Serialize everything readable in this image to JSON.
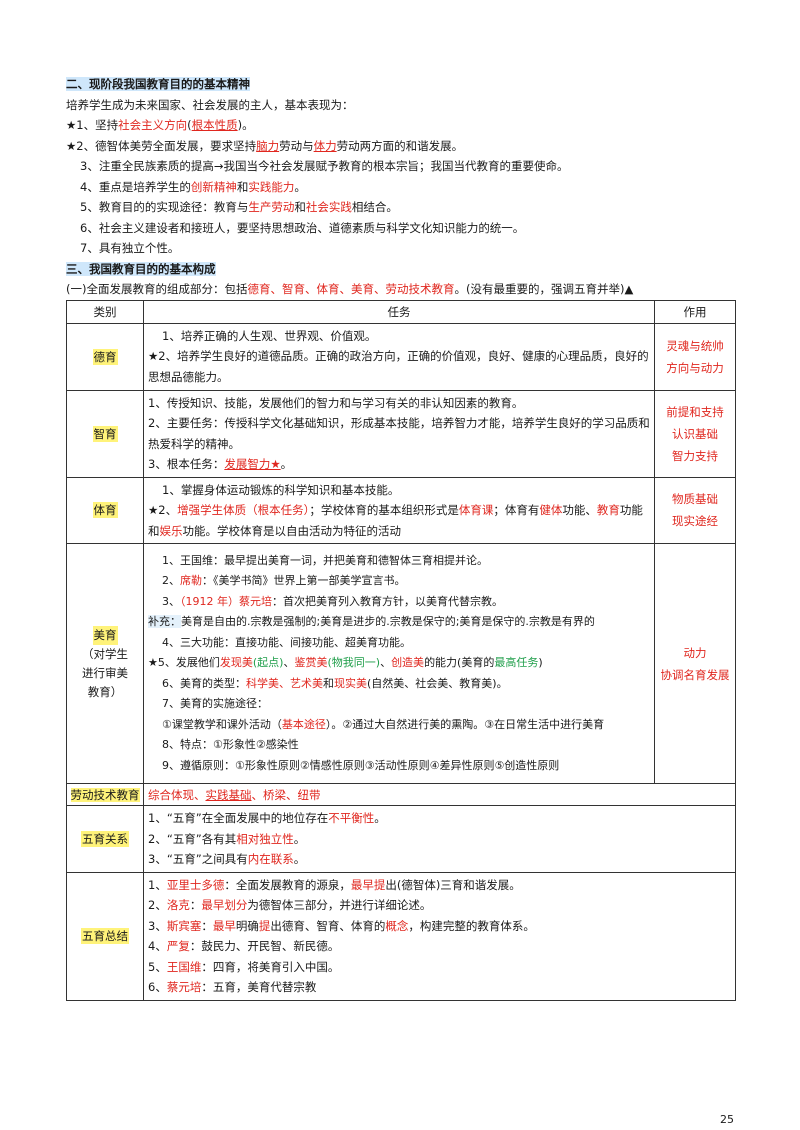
{
  "section2": {
    "heading": "二、现阶段我国教育目的的基本精神",
    "intro": "培养学生成为未来国家、社会发展的主人，基本表现为：",
    "p1": {
      "a": "★1、坚持",
      "b": "社会主义方向",
      "c": "(",
      "d": "根本性质",
      "e": ")。"
    },
    "p2": {
      "a": "★2、德智体美劳全面发展，要求坚持",
      "b": "脑力",
      "c": "劳动与",
      "d": "体力",
      "e": "劳动两方面的和谐发展。"
    },
    "p3": "3、注重全民族素质的提高→我国当今社会发展赋予教育的根本宗旨；我国当代教育的重要使命。",
    "p4": {
      "a": "4、重点是培养学生的",
      "b": "创新精神",
      "c": "和",
      "d": "实践能力",
      "e": "。"
    },
    "p5": {
      "a": "5、教育目的的实现途径：教育与",
      "b": "生产劳动",
      "c": "和",
      "d": "社会实践",
      "e": "相结合。"
    },
    "p6": "6、社会主义建设者和接班人，要坚持思想政治、道德素质与科学文化知识能力的统一。",
    "p7": "7、具有独立个性。"
  },
  "section3": {
    "heading": "三、我国教育目的的基本构成",
    "sub": {
      "a": "(一)全面发展教育的组成部分：包括",
      "b": "德育、智育、体育、美育、劳动技术教育",
      "c": "。(没有最重要的，强调五育并举)▲"
    }
  },
  "table": {
    "headers": {
      "type": "类别",
      "task": "任务",
      "role": "作用"
    },
    "deyu": {
      "label": "德育",
      "l1": "1、培养正确的人生观、世界观、价值观。",
      "l2": "★2、培养学生良好的道德品质。正确的政治方向，正确的价值观，良好、健康的心理品质，良好的思想品德能力。",
      "role1": "灵魂与统帅",
      "role2": "方向与动力"
    },
    "zhiyu": {
      "label": "智育",
      "l1": "1、传授知识、技能，发展他们的智力和与学习有关的非认知因素的教育。",
      "l2": "2、主要任务：传授科学文化基础知识，形成基本技能，培养智力才能，培养学生良好的学习品质和热爱科学的精神。",
      "l3a": "3、根本任务：",
      "l3b": "发展智力★",
      "l3c": "。",
      "role1": "前提和支持",
      "role2": "认识基础",
      "role3": "智力支持"
    },
    "tiyu": {
      "label": "体育",
      "l1": "1、掌握身体运动锻炼的科学知识和基本技能。",
      "l2a": "★2、",
      "l2b": "增强学生体质（根本任务）",
      "l2c": "；学校体育的基本组织形式是",
      "l2d": "体育课",
      "l2e": "；体育有",
      "l2f": "健体",
      "l2g": "功能、",
      "l2h": "教育",
      "l2i": "功能和",
      "l2j": "娱乐",
      "l2k": "功能。学校体育是以自由活动为特征的活动",
      "role1": "物质基础",
      "role2": "现实途经"
    },
    "meiyu": {
      "label": "美育",
      "label2": "（对学生",
      "label3": "进行审美",
      "label4": "教育）",
      "l1": "1、王国维：最早提出美育一词，并把美育和德智体三育相提并论。",
      "l2a": "2、",
      "l2b": "席勒",
      "l2c": "：《美学书简》世界上第一部美学宣言书。",
      "l3a": "3、",
      "l3b": "（1912 年）蔡元培",
      "l3c": "：首次把美育列入教育方针，以美育代替宗教。",
      "supp_label": "补充：",
      "supp": "美育是自由的.宗教是强制的;美育是进步的.宗教是保守的;美育是保守的.宗教是有界的",
      "l4": "4、三大功能：直接功能、间接功能、超美育功能。",
      "l5a": "★5、发展他们",
      "l5b": "发现美",
      "l5c": "(起点)",
      "l5d": "、",
      "l5e": "鉴赏美",
      "l5f": "(物我同一)",
      "l5g": "、",
      "l5h": "创造美",
      "l5i": "的能力(美育的",
      "l5j": "最高任务",
      "l5k": ")",
      "l6a": "6、美育的类型：",
      "l6b": "科学美、艺术美",
      "l6c": "和",
      "l6d": "现实美",
      "l6e": "(自然美、社会美、教育美)。",
      "l7": "7、美育的实施途径：",
      "l7sa": "①课堂教学和课外活动（",
      "l7sb": "基本途径",
      "l7sc": "）。②通过大自然进行美的熏陶。③在日常生活中进行美育",
      "l8": "8、特点：①形象性②感染性",
      "l9": "9、遵循原则：①形象性原则②情感性原则③活动性原则④差异性原则⑤创造性原则",
      "role1": "动力",
      "role2": "协调名育发展"
    },
    "laodong": {
      "label": "劳动技术教育",
      "a": "综合体现、",
      "b": "实践基础",
      "c": "、桥梁、纽带"
    },
    "relation": {
      "label": "五育关系",
      "l1a": "1、“五育”在全面发展中的地位存在",
      "l1b": "不平衡性",
      "l1c": "。",
      "l2a": "2、“五育”各有其",
      "l2b": "相对独立性",
      "l2c": "。",
      "l3a": "3、“五育”之间具有",
      "l3b": "内在联系",
      "l3c": "。"
    },
    "summary": {
      "label": "五育总结",
      "l1a": "1、",
      "l1b": "亚里士多德",
      "l1c": "：全面发展教育的源泉，",
      "l1d": "最早提",
      "l1e": "出(德智体)三育和谐发展。",
      "l2a": "2、",
      "l2b": "洛克",
      "l2c": "：",
      "l2d": "最早划分",
      "l2e": "为德智体三部分，并进行详细论述。",
      "l3a": "3、",
      "l3b": "斯宾塞",
      "l3c": "：",
      "l3d": "最早",
      "l3e": "明确",
      "l3f": "提",
      "l3g": "出德育、智育、体育的",
      "l3h": "概念",
      "l3i": "，构建完整的教育体系。",
      "l4a": "4、",
      "l4b": "严复",
      "l4c": "：鼓民力、开民智、新民德。",
      "l5a": "5、",
      "l5b": "王国维",
      "l5c": "：四育，将美育引入中国。",
      "l6a": "6、",
      "l6b": "蔡元培",
      "l6c": "：五育，美育代替宗教"
    }
  },
  "page_number": "25"
}
